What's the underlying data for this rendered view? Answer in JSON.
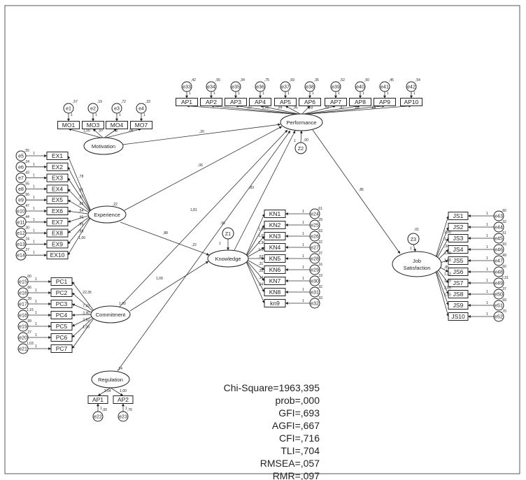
{
  "latent": {
    "motivation": "Motivation",
    "experience": "Experience",
    "commitment": "Commitment",
    "regulation": "Regulation",
    "knowledge": "Knowledge",
    "performance": "Performance",
    "job_satisfaction": [
      "Job",
      "Satisfaction"
    ]
  },
  "disturbances": {
    "z1": "Z1",
    "z2": "Z2",
    "z3": "Z3"
  },
  "structural_paths": {
    "motivation_performance": ",20",
    "experience_performance": ",06",
    "experience_knowledge": ",88",
    "commitment_knowledge": "1,09",
    "commitment_performance": "1,81",
    "regulation_performance": ",22",
    "knowledge_performance": ",83",
    "performance_job_satisfaction": ",85"
  },
  "variances": {
    "experience": ",22",
    "commitment": "1,00",
    "regulation": ",14",
    "knowledge": ",06",
    "performance": ",00",
    "job_satisfaction": ",01"
  },
  "indicators": {
    "motivation": [
      {
        "name": "MO1",
        "err": "e1",
        "r2": ",57",
        "load": "1,00"
      },
      {
        "name": "MO3",
        "err": "e2",
        "r2": ",19",
        "load": ",87"
      },
      {
        "name": "MO4",
        "err": "e3",
        "r2": ",72",
        "load": ",42"
      },
      {
        "name": "MO7",
        "err": "e4",
        "r2": ",33",
        "load": ",99"
      }
    ],
    "performance": [
      {
        "name": "AP1",
        "err": "e33",
        "r2": ",42",
        "load": ""
      },
      {
        "name": "AP2",
        "err": "e34",
        "r2": ",55",
        "load": ",97"
      },
      {
        "name": "AP3",
        "err": "e35",
        "r2": ",34",
        "load": "1,00"
      },
      {
        "name": "AP4",
        "err": "e36",
        "r2": ",75",
        "load": ",99"
      },
      {
        "name": "AP5",
        "err": "e37",
        "r2": ",69",
        "load": ",95"
      },
      {
        "name": "AP6",
        "err": "e38",
        "r2": ",35",
        "load": ",83"
      },
      {
        "name": "AP7",
        "err": "e39",
        "r2": ",52",
        "load": ",92"
      },
      {
        "name": "AP8",
        "err": "e40",
        "r2": ",50",
        "load": ",87"
      },
      {
        "name": "AP9",
        "err": "e41",
        "r2": ",45",
        "load": ",85"
      },
      {
        "name": "AP10",
        "err": "e42",
        "r2": ",54",
        "load": ",86"
      }
    ],
    "experience": [
      {
        "name": "EX1",
        "err": "e5",
        "r2": ",55",
        "load": ",78"
      },
      {
        "name": "EX2",
        "err": "e6",
        "r2": ",24",
        "load": ""
      },
      {
        "name": "EX3",
        "err": "e7",
        "r2": ",43",
        "load": ",91"
      },
      {
        "name": "EX4",
        "err": "e8",
        "r2": ",55",
        "load": ",97"
      },
      {
        "name": "EX5",
        "err": "e9",
        "r2": ",56",
        "load": ",83"
      },
      {
        "name": "EX6",
        "err": "e10",
        "r2": ",47",
        "load": ",94"
      },
      {
        "name": "EX7",
        "err": "e11",
        "r2": ",44",
        "load": ",95"
      },
      {
        "name": "EX8",
        "err": "e12",
        "r2": ",30",
        "load": ",99"
      },
      {
        "name": "EX9",
        "err": "e13",
        "r2": ",24",
        "load": ",99"
      },
      {
        "name": "EX10",
        "err": "e14",
        "r2": ",27",
        "load": "1,00"
      }
    ],
    "commitment": [
      {
        "name": "PC1",
        "err": "e15",
        "r2": ",00",
        "load": "22,35"
      },
      {
        "name": "PC2",
        "err": "e16",
        "r2": ",66",
        "load": ""
      },
      {
        "name": "PC3",
        "err": "e17",
        "r2": ",39",
        "load": "7,43"
      },
      {
        "name": "PC4",
        "err": "e18",
        "r2": "1,15",
        "load": "3,40"
      },
      {
        "name": "PC5",
        "err": "e19",
        "r2": ",99",
        "load": "2,92"
      },
      {
        "name": "PC6",
        "err": "e20",
        "r2": ",27",
        "load": "1,00"
      },
      {
        "name": "PC7",
        "err": "e21",
        "r2": "1,03",
        "load": ""
      }
    ],
    "knowledge": [
      {
        "name": "KN1",
        "err": "e24",
        "r2": ",61",
        "load": "1,00"
      },
      {
        "name": "KN2",
        "err": "e25",
        "r2": ",29",
        "load": "1,03"
      },
      {
        "name": "KN3",
        "err": "e26",
        "r2": ",63",
        "load": "1,36"
      },
      {
        "name": "KN4",
        "err": "e27",
        "r2": ",22",
        "load": "1,04"
      },
      {
        "name": "KN5",
        "err": "e28",
        "r2": ",37",
        "load": ",52"
      },
      {
        "name": "KN6",
        "err": "e29",
        "r2": ",16",
        "load": ",31"
      },
      {
        "name": "KN7",
        "err": "e30",
        "r2": ",19",
        "load": ",35"
      },
      {
        "name": "KN8",
        "err": "e31",
        "r2": ",32",
        "load": ",14"
      },
      {
        "name": "kn9",
        "err": "e32",
        "r2": ",33",
        "load": ",34"
      }
    ],
    "job_satisfaction": [
      {
        "name": "JS1",
        "err": "e43",
        "r2": ",60",
        "load": "1,00"
      },
      {
        "name": "JS2",
        "err": "e44",
        "r2": ",32",
        "load": "1,39"
      },
      {
        "name": "JS3",
        "err": "e45",
        "r2": ",51",
        "load": ",34"
      },
      {
        "name": "JS4",
        "err": "e46",
        "r2": ",93",
        "load": "1,00"
      },
      {
        "name": "JS5",
        "err": "e47",
        "r2": ",49",
        "load": "1,09"
      },
      {
        "name": "JS6",
        "err": "e48",
        "r2": ",60",
        "load": ",85"
      },
      {
        "name": "JS7",
        "err": "e49",
        "r2": "2,31",
        "load": "1,23"
      },
      {
        "name": "JS8",
        "err": "e50",
        "r2": ",37",
        "load": "1,19"
      },
      {
        "name": "JS9",
        "err": "e51",
        "r2": ",69",
        "load": "2,85"
      },
      {
        "name": "JS10",
        "err": "e52",
        "r2": ",70",
        "load": "1,40"
      }
    ],
    "regulation": [
      {
        "name": "AP1",
        "err": "e22",
        "r2": ",00",
        "load": "2,54"
      },
      {
        "name": "AP2",
        "err": "e23",
        "r2": ",76",
        "load": "1,00"
      }
    ]
  },
  "fit_stats": [
    "Chi-Square=1963,395",
    "prob=,000",
    "GFI=,693",
    "AGFI=,667",
    "CFI=,716",
    "TLI=,704",
    "RMSEA=,057",
    "RMR=,097"
  ],
  "error_path_label": "1"
}
